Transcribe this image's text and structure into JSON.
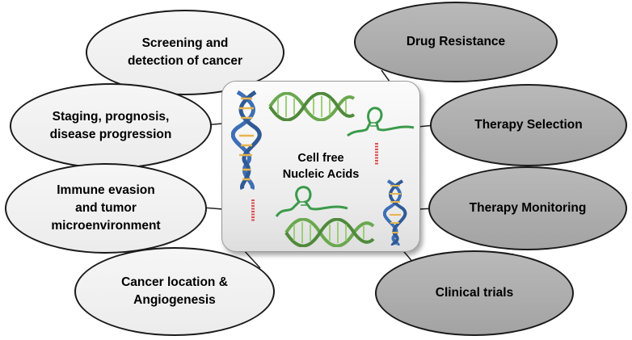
{
  "center": {
    "label": "Cell free\nNucleic Acids"
  },
  "left_nodes": [
    {
      "label": "Screening and\ndetection of cancer"
    },
    {
      "label": "Staging, prognosis,\ndisease progression"
    },
    {
      "label": "Immune evasion\nand tumor\nmicroenvironment"
    },
    {
      "label": "Cancer location &\nAngiogenesis"
    }
  ],
  "right_nodes": [
    {
      "label": "Drug Resistance"
    },
    {
      "label": "Therapy Selection"
    },
    {
      "label": "Therapy Monitoring"
    },
    {
      "label": "Clinical trials"
    }
  ],
  "colors": {
    "left_fill": "#eeeeee",
    "right_fill": "#ababab",
    "outline": "#1a1a1a",
    "helix_green": "#6aa84f",
    "helix_blue": "#3d6fb5",
    "mirna_red": "#e05050"
  }
}
